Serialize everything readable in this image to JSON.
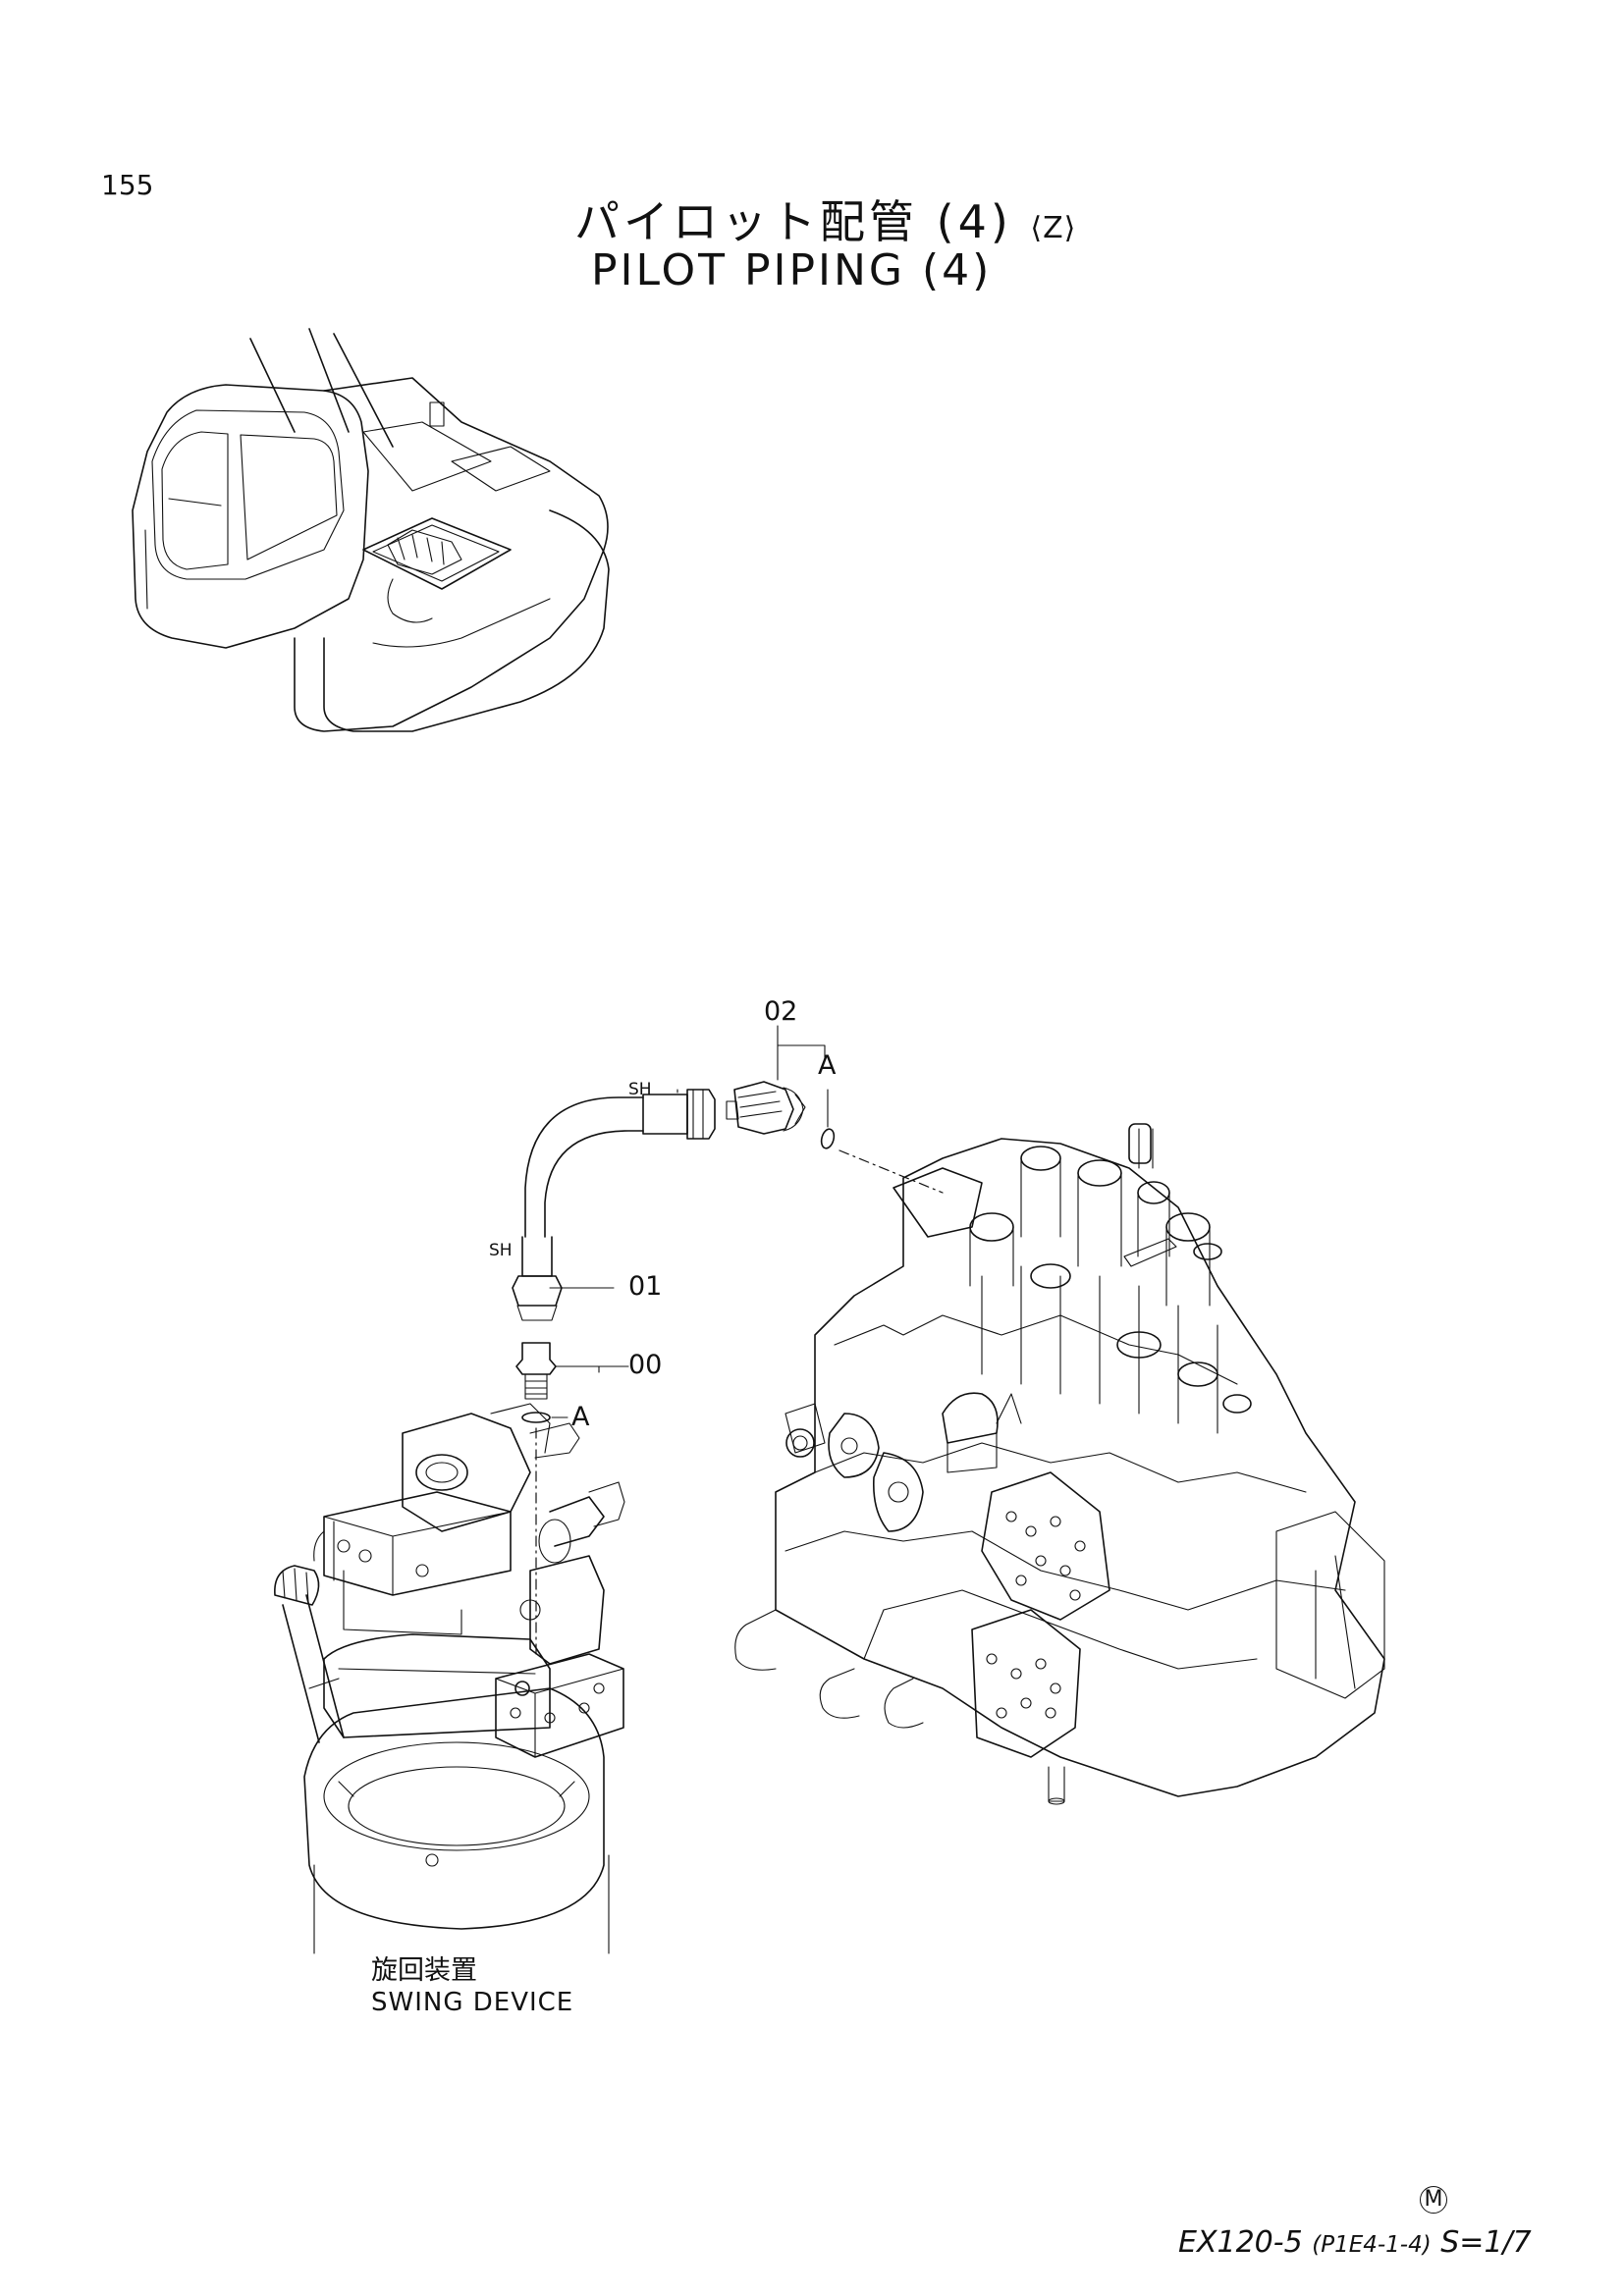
{
  "page": {
    "number": "155",
    "title_jp": "パイロット配管 (4)",
    "title_jp_tag": "⟨Z⟩",
    "title_en": "PILOT PIPING (4)"
  },
  "callouts": {
    "hose_end_top": "SH",
    "hose_end_side": "SH",
    "part_00": "00",
    "part_01": "01",
    "part_02": "02",
    "ref_a_top": "A",
    "ref_a_bottom": "A"
  },
  "captions": {
    "swing_device_jp": "旋回装置",
    "swing_device_en": "SWING DEVICE"
  },
  "footer": {
    "circled_mark": "M",
    "model": "EX120-5",
    "model_code": "(P1E4-1-4)",
    "scale": "S=1/7"
  }
}
